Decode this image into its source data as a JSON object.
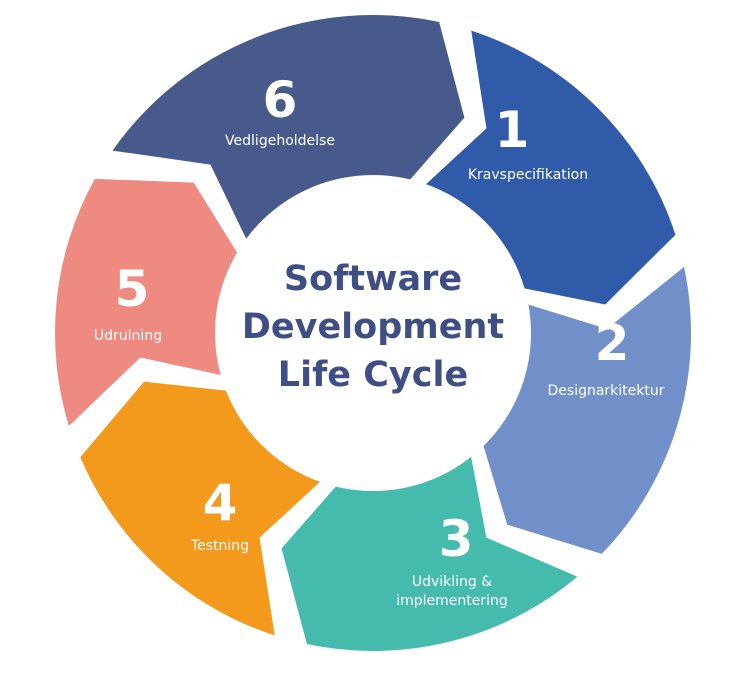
{
  "title": {
    "line1": "Software",
    "line2": "Development",
    "line3": "Life Cycle"
  },
  "colors": {
    "center_text": "#3f4f86"
  },
  "steps": [
    {
      "number": "1",
      "label": "Kravspecifikation",
      "color": "#2f5ba9"
    },
    {
      "number": "2",
      "label": "Designarkitektur",
      "color": "#7190ca"
    },
    {
      "number": "3",
      "label": "Udvikling & implementering",
      "color": "#45bbae"
    },
    {
      "number": "4",
      "label": "Testning",
      "color": "#f3991c"
    },
    {
      "number": "5",
      "label": "Udrulning",
      "color": "#ef8a80"
    },
    {
      "number": "6",
      "label": "Vedligeholdelse",
      "color": "#475a8b"
    }
  ]
}
